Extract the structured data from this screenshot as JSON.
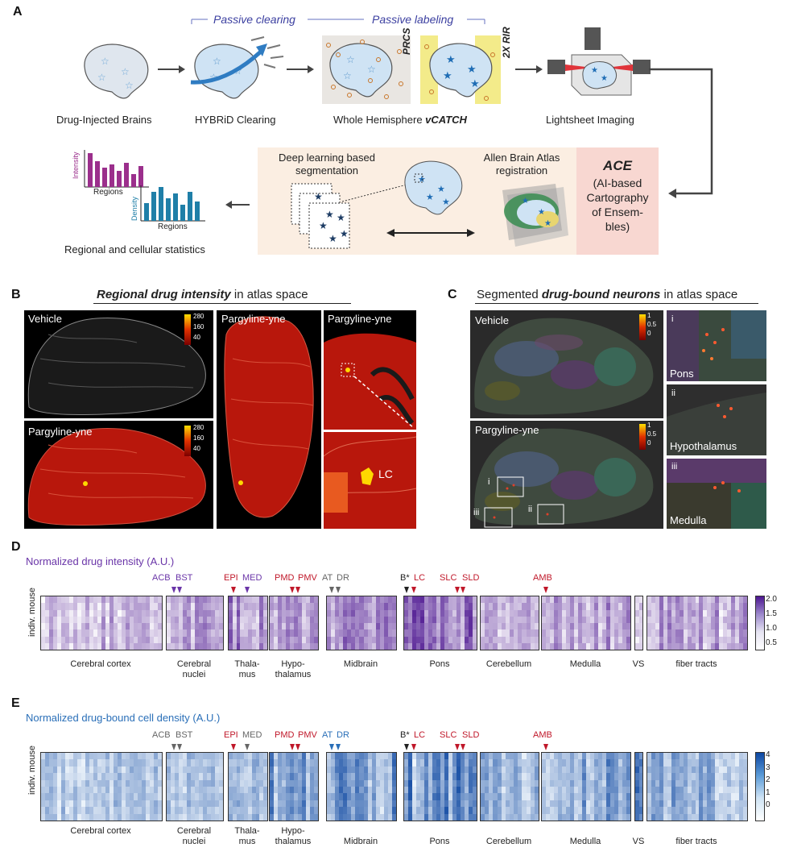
{
  "panelA": {
    "letter": "A",
    "passive_clearing": "Passive clearing",
    "passive_labeling": "Passive labeling",
    "steps": [
      "Drug-Injected Brains",
      "HYBRiD Clearing",
      "Whole Hemisphere",
      "Lightsheet Imaging"
    ],
    "vcatch": "vCATCH",
    "prcs": "PRCS",
    "rir": "2X RIR",
    "seg_title": "Deep learning based segmentation",
    "allen_title": "Allen Brain Atlas registration",
    "ace_title": "ACE",
    "ace_body": "(AI-based Cartography of Ensem-bles)",
    "stats_title": "Regional and cellular statistics",
    "intensity_axis": "Intensity",
    "density_axis": "Density",
    "regions_axis": "Regions"
  },
  "panelB": {
    "letter": "B",
    "title_bold": "Regional drug intensity",
    "title_rest": " in atlas space",
    "vehicle": "Vehicle",
    "pargyline": "Pargyline-yne",
    "scale_ticks": [
      "280",
      "160",
      "40"
    ],
    "lc": "LC"
  },
  "panelC": {
    "letter": "C",
    "title_pre": "Segmented ",
    "title_bold": "drug-bound neurons",
    "title_rest": " in atlas space",
    "vehicle": "Vehicle",
    "pargyline": "Pargyline-yne",
    "scale_ticks": [
      "1",
      "0.5",
      "0"
    ],
    "insets": [
      {
        "num": "i",
        "region": "Pons"
      },
      {
        "num": "ii",
        "region": "Hypothalamus"
      },
      {
        "num": "iii",
        "region": "Medulla"
      }
    ],
    "box_labels": [
      "i",
      "ii",
      "iii"
    ]
  },
  "panelD": {
    "letter": "D",
    "caption": "Normalized drug intensity (A.U.)",
    "ylabel": "indiv. mouse",
    "colorbar_ticks": [
      "2.0",
      "1.5",
      "1.0",
      "0.5"
    ],
    "tags": [
      "ACB",
      "BST",
      "EPI",
      "MED",
      "PMD",
      "PMV",
      "AT",
      "DR",
      "B*",
      "LC",
      "SLC",
      "SLD",
      "AMB"
    ]
  },
  "panelE": {
    "letter": "E",
    "caption": "Normalized drug-bound cell density (A.U.)",
    "ylabel": "indiv. mouse",
    "colorbar_ticks": [
      "4",
      "3",
      "2",
      "1",
      "0"
    ],
    "tags": [
      "ACB",
      "BST",
      "EPI",
      "MED",
      "PMD",
      "PMV",
      "AT",
      "DR",
      "B*",
      "LC",
      "SLC",
      "SLD",
      "AMB"
    ]
  },
  "regions": [
    "Cerebral cortex",
    "Cerebral nuclei",
    "Thala-mus",
    "Hypo-thalamus",
    "Midbrain",
    "Pons",
    "Cerebellum",
    "Medulla",
    "VS",
    "fiber tracts"
  ],
  "colors": {
    "purple": "#6a35a8",
    "blue": "#2a6fb8",
    "red": "#c0182a",
    "gray": "#666666"
  }
}
